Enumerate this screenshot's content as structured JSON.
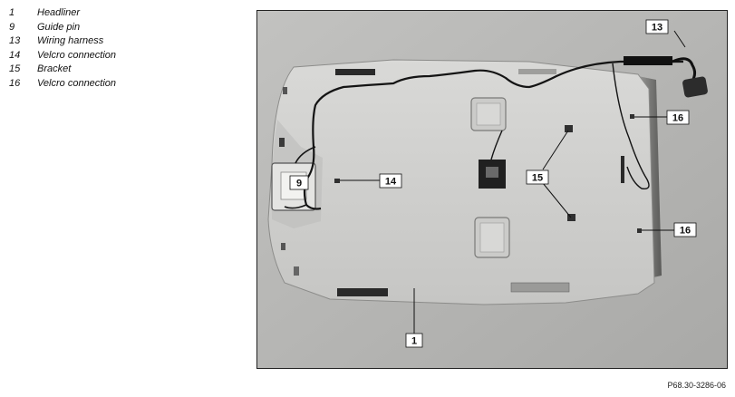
{
  "legend": [
    {
      "num": "1",
      "label": "Headliner"
    },
    {
      "num": "9",
      "label": "Guide pin"
    },
    {
      "num": "13",
      "label": "Wiring harness"
    },
    {
      "num": "14",
      "label": "Velcro connection"
    },
    {
      "num": "15",
      "label": "Bracket"
    },
    {
      "num": "16",
      "label": "Velcro connection"
    }
  ],
  "callouts": {
    "c13": "13",
    "c16a": "16",
    "c14": "14",
    "c9": "9",
    "c15": "15",
    "c16b": "16",
    "c1": "1"
  },
  "reference_code": "P68.30-3286-06"
}
